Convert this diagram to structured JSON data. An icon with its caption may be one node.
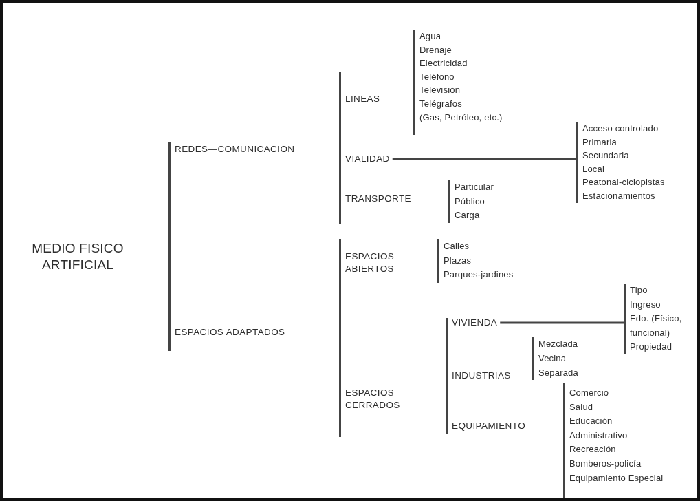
{
  "diagram": {
    "nodes": [
      {
        "text": [
          "VIALIDAD"
        ]
      },
      {
        "text": [
          "Acceso controlado",
          "Primaria",
          "Secundaria",
          "Local",
          "Peatonal-ciclopistas",
          "Estacionamientos"
        ]
      },
      {
        "text": [
          "VIVIENDA"
        ]
      },
      {
        "text": [
          "Tipo",
          "Ingreso",
          "Edo. (Físico, funcional)",
          "Propiedad"
        ]
      }
    ],
    "edges": [
      {
        "from": 0,
        "to": 1,
        "arrow": "none"
      },
      {
        "from": 2,
        "to": 3,
        "arrow": "none"
      }
    ],
    "labels": [
      "MEDIO FISICO ARTIFICIAL",
      "REDES—COMUNICACION",
      "LINEAS",
      "Agua",
      "Drenaje",
      "Electricidad",
      "Teléfono",
      "Televisión",
      "Telégrafos",
      "(Gas, Petróleo, etc.)",
      "TRANSPORTE",
      "Particular",
      "Público",
      "Carga",
      "ESPACIOS ADAPTADOS",
      "ESPACIOS ABIERTOS",
      "Calles",
      "Plazas",
      "Parques-jardines",
      "ESPACIOS CERRADOS",
      "INDUSTRIAS",
      "Mezclada",
      "Vecina",
      "Separada",
      "EQUIPAMIENTO",
      "Comercio",
      "Salud",
      "Educación",
      "Administrativo",
      "Recreación",
      "Bomberos-policía",
      "Equipamiento Especial"
    ]
  }
}
